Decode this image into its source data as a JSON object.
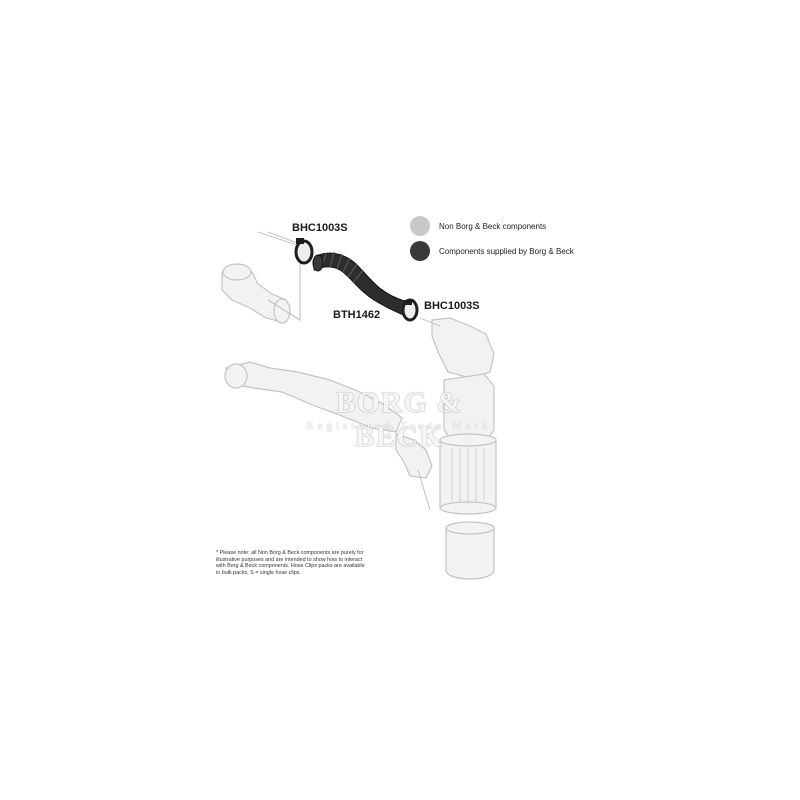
{
  "parts": {
    "clip_top": "BHC1003S",
    "hose": "BTH1462",
    "clip_right": "BHC1003S"
  },
  "legend": {
    "non_supplied": {
      "label": "Non Borg & Beck components",
      "color": "#c8c8c8"
    },
    "supplied": {
      "label": "Components supplied by Borg & Beck",
      "color": "#3a3a3a"
    }
  },
  "note": "* Please note: all Non Borg & Beck components are purely for illustrative purposes and are intended to show how to interact with Borg & Beck components. Hose Clips packs are available in bulk packs, S = single hose clips.",
  "watermark": {
    "brand": "BORG & BECK",
    "tagline": "Registered Trade Mark"
  }
}
